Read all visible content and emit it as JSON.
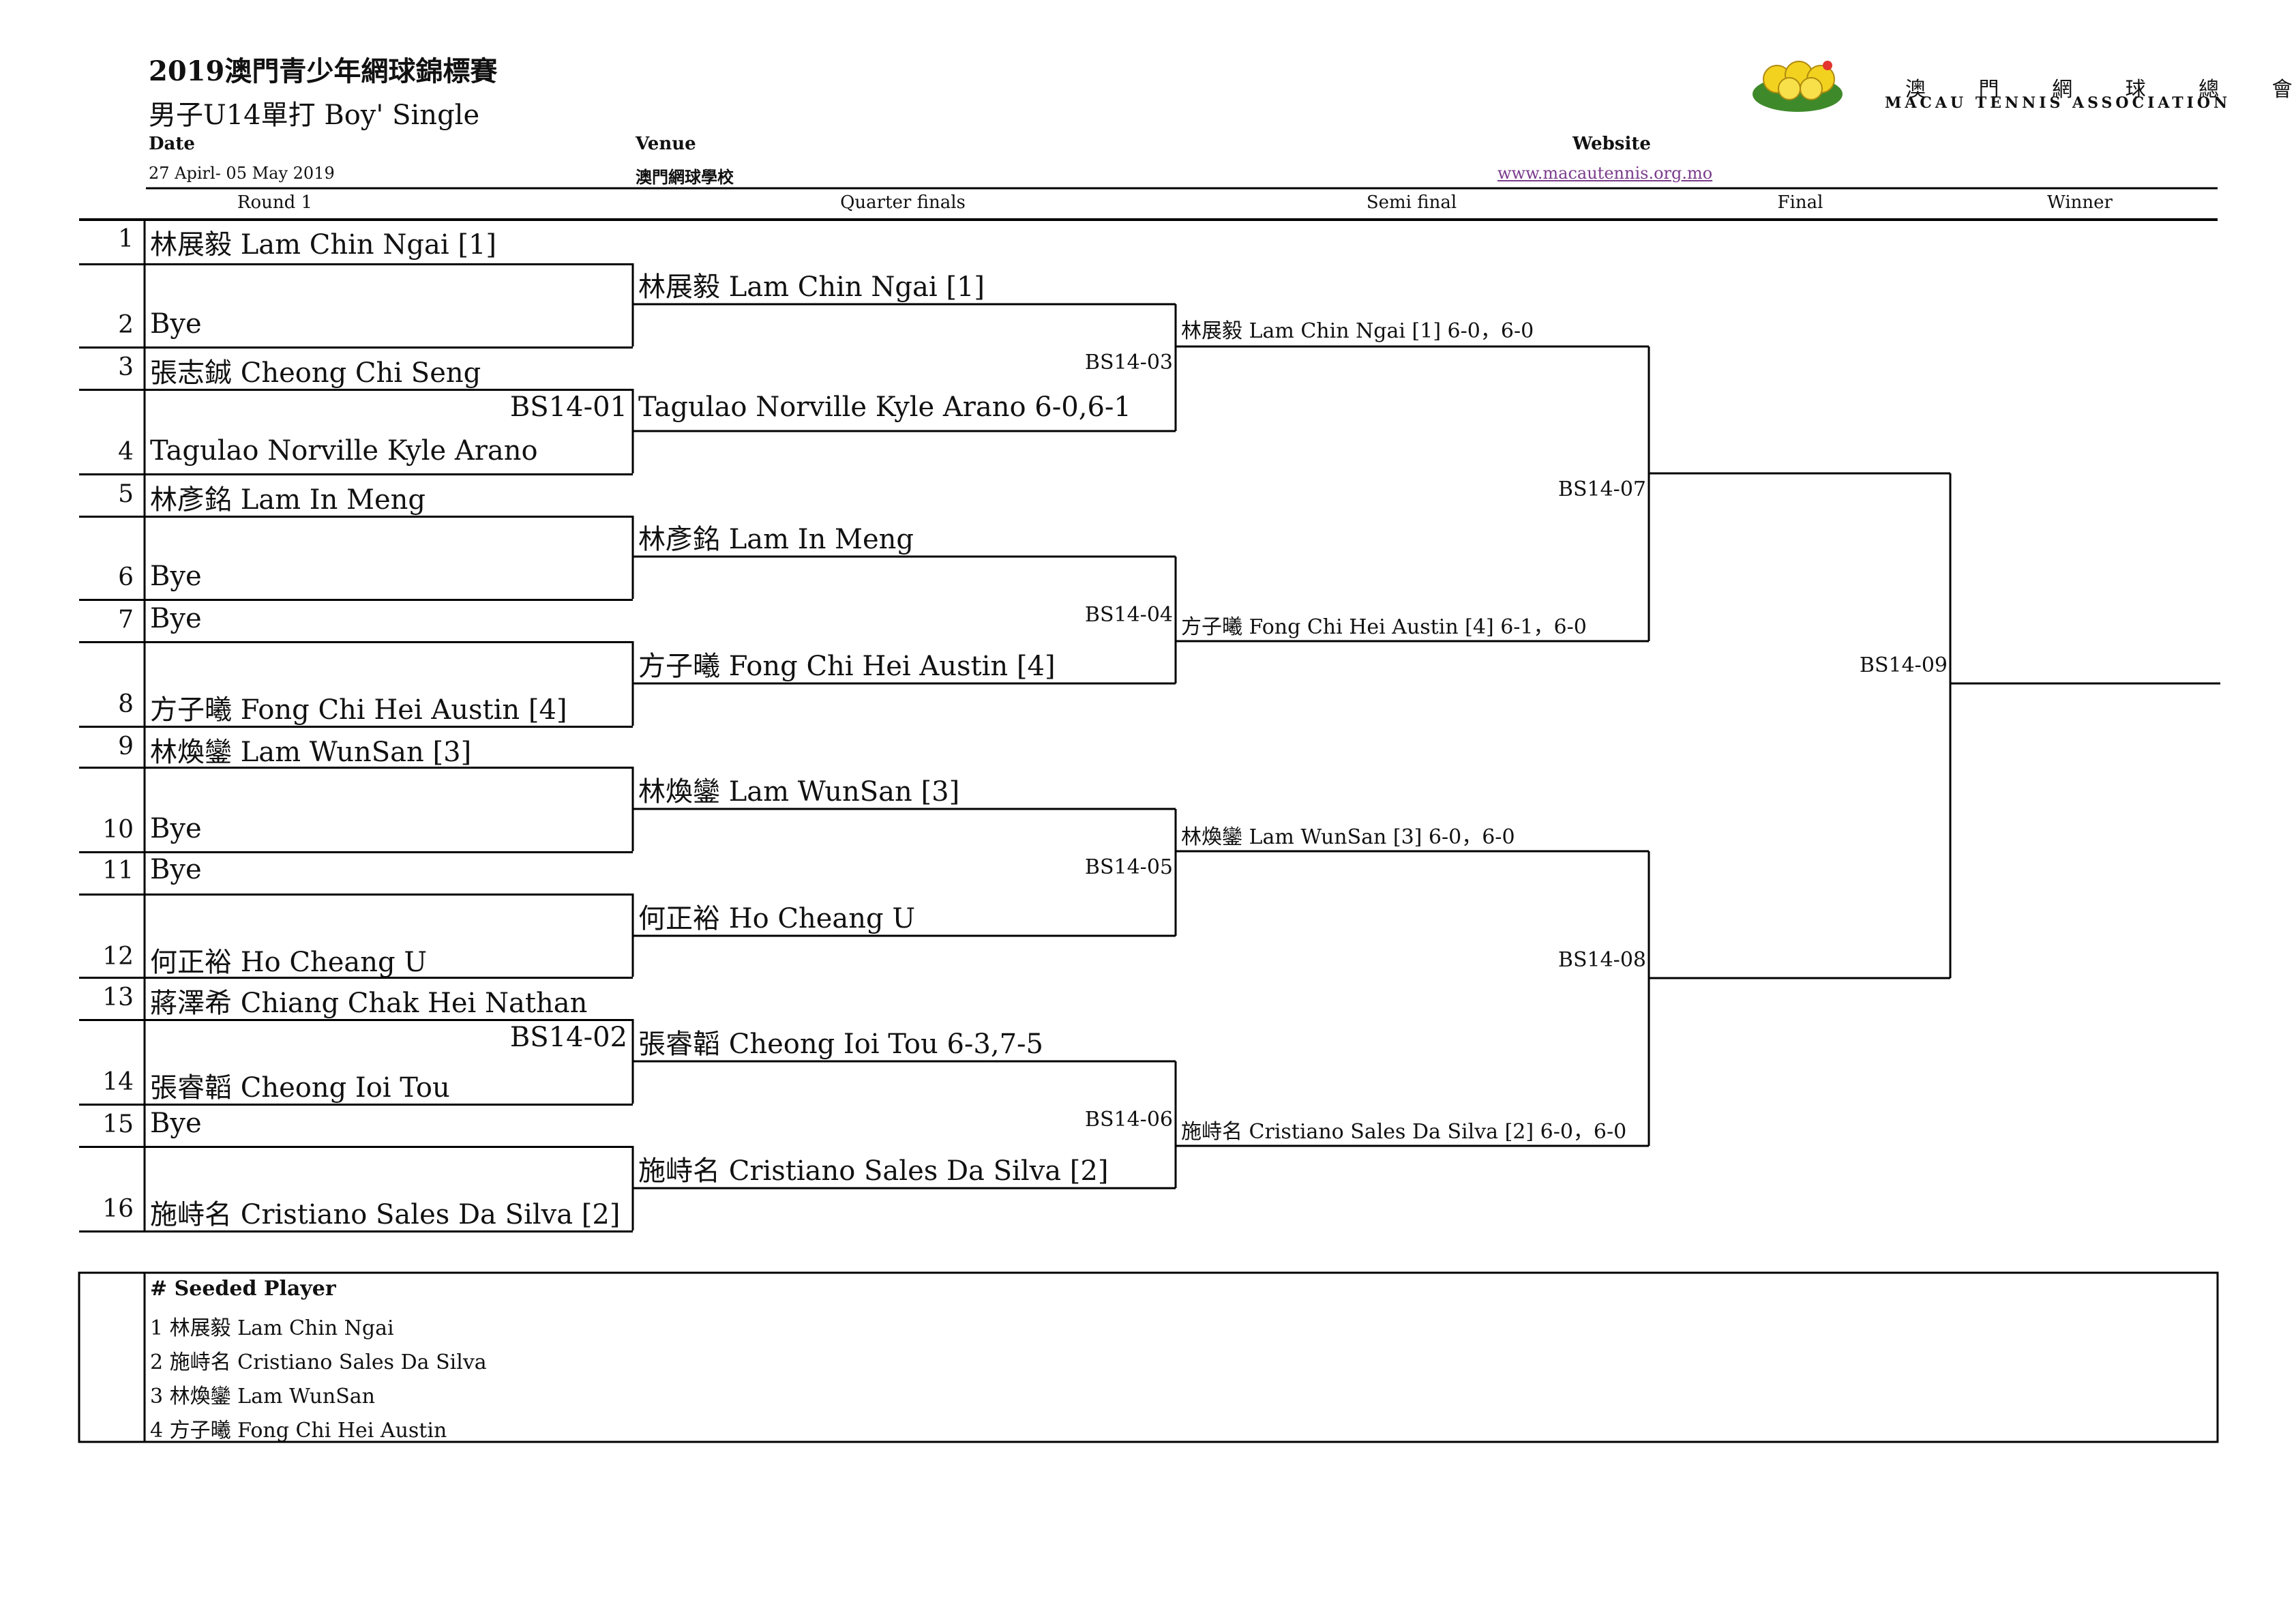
{
  "header": {
    "title": "2019澳門青少年網球錦標賽",
    "subtitle": "男子U14單打 Boy' Single",
    "date_label": "Date",
    "date_value": "27 Apirl- 05 May 2019",
    "venue_label": "Venue",
    "venue_value": "澳門網球學校",
    "website_label": "Website",
    "website_value": "www.macautennis.org.mo",
    "logo_cn": "澳 門 網 球 總 會",
    "logo_en": "MACAU TENNIS ASSOCIATION"
  },
  "columns": [
    "Round 1",
    "Quarter finals",
    "Semi final",
    "Final",
    "Winner"
  ],
  "round1": [
    {
      "num": "1",
      "name": "林展毅 Lam Chin Ngai [1]"
    },
    {
      "num": "2",
      "name": "Bye"
    },
    {
      "num": "3",
      "name": "張志鋮  Cheong Chi Seng"
    },
    {
      "num": "4",
      "name": "Tagulao  Norville Kyle Arano"
    },
    {
      "num": "5",
      "name": "林彥銘 Lam In Meng"
    },
    {
      "num": "6",
      "name": "Bye"
    },
    {
      "num": "7",
      "name": "Bye"
    },
    {
      "num": "8",
      "name": "方子曦 Fong Chi Hei Austin [4]"
    },
    {
      "num": "9",
      "name": "林煥鑾 Lam WunSan [3]"
    },
    {
      "num": "10",
      "name": "Bye"
    },
    {
      "num": "11",
      "name": "Bye"
    },
    {
      "num": "12",
      "name": "何正裕 Ho Cheang U"
    },
    {
      "num": "13",
      "name": "蔣澤希 Chiang Chak Hei Nathan"
    },
    {
      "num": "14",
      "name": "張睿韜 Cheong Ioi Tou"
    },
    {
      "num": "15",
      "name": "Bye"
    },
    {
      "num": "16",
      "name": "施峙名 Cristiano Sales Da Silva [2]"
    }
  ],
  "round1_codes": [
    "BS14-01",
    "BS14-02"
  ],
  "quarterfinals": [
    {
      "name": "林展毅 Lam Chin Ngai [1]"
    },
    {
      "name": "Tagulao  Norville Kyle Arano 6-0,6-1"
    },
    {
      "name": "林彥銘 Lam In Meng"
    },
    {
      "name": "方子曦 Fong Chi Hei Austin [4]"
    },
    {
      "name": "林煥鑾 Lam WunSan [3]"
    },
    {
      "name": "何正裕 Ho Cheang U"
    },
    {
      "name": "張睿韜 Cheong Ioi Tou   6-3,7-5"
    },
    {
      "name": "施峙名 Cristiano Sales Da Silva [2]"
    }
  ],
  "qf_codes": [
    "BS14-03",
    "BS14-04",
    "BS14-05",
    "BS14-06"
  ],
  "semifinals": [
    {
      "name": "林展毅 Lam Chin Ngai [1] 6-0，6-0"
    },
    {
      "name": "方子曦 Fong Chi Hei Austin [4] 6-1，6-0"
    },
    {
      "name": "林煥鑾 Lam WunSan [3] 6-0，6-0"
    },
    {
      "name": "施峙名 Cristiano Sales Da Silva [2] 6-0，6-0"
    }
  ],
  "sf_codes": [
    "BS14-07",
    "BS14-08"
  ],
  "final_code": "BS14-09",
  "seeds": {
    "heading": "# Seeded Player",
    "items": [
      "1 林展毅 Lam Chin Ngai",
      "2 施峙名 Cristiano Sales Da Silva",
      "3 林煥鑾 Lam WunSan",
      "4 方子曦 Fong Chi Hei Austin"
    ]
  }
}
